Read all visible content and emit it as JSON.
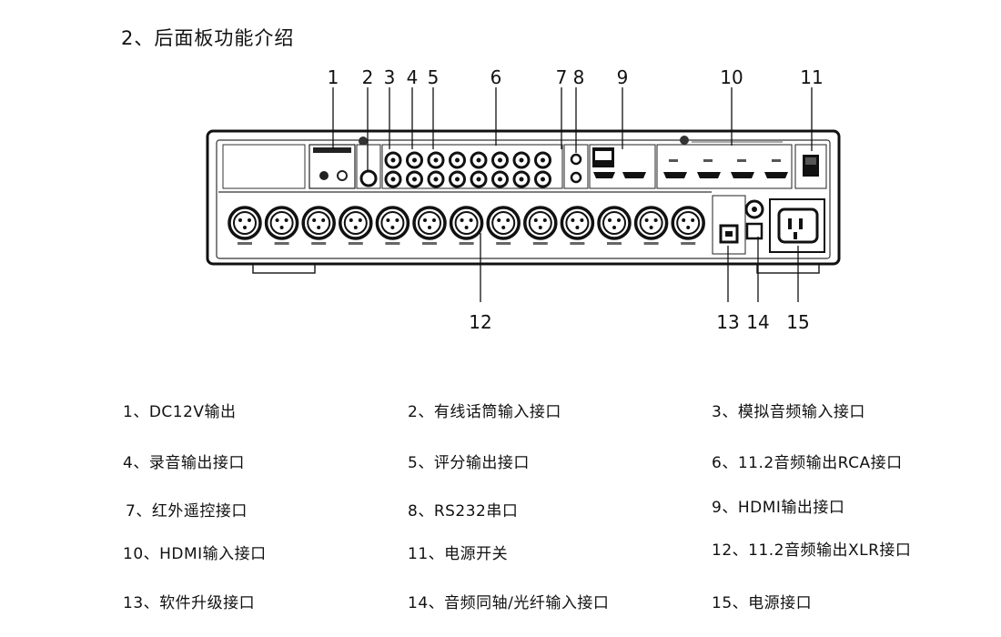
{
  "heading": "2、后面板功能介绍",
  "callouts": [
    "1",
    "2",
    "3",
    "4",
    "5",
    "6",
    "7",
    "8",
    "9",
    "10",
    "11",
    "12",
    "13",
    "14",
    "15"
  ],
  "legend": [
    "1、DC12V输出",
    "2、有线话筒输入接口",
    "3、模拟音频输入接口",
    "4、录音输出接口",
    "5、评分输出接口",
    "6、11.2音频输出RCA接口",
    "7、红外遥控接口",
    "8、RS232串口",
    "9、HDMI输出接口",
    "10、HDMI输入接口",
    "11、电源开关",
    "12、11.2音频输出XLR接口",
    "13、软件升级接口",
    "14、音频同轴/光纤输入接口",
    "15、电源接口"
  ]
}
